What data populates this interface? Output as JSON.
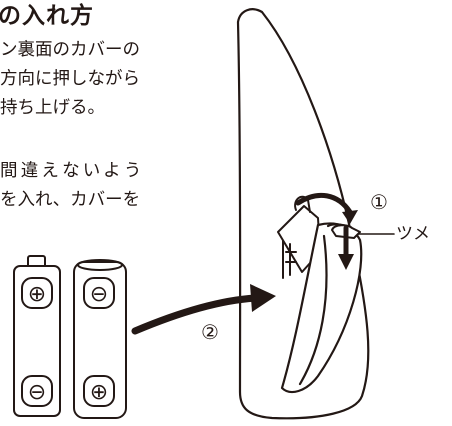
{
  "heading": "の入れ方",
  "instructions": {
    "step1_lines": [
      "ン裏面のカバーの",
      "方向に押しながら",
      "持ち上げる。"
    ],
    "step2_lines": [
      "間違えないよう",
      "を入れ、カバーを"
    ]
  },
  "callouts": {
    "step1_marker": "①",
    "step2_marker": "②",
    "tab_label": "ツメ"
  },
  "batteries": [
    {
      "top_symbol": "⊕",
      "bottom_symbol": "⊖"
    },
    {
      "top_symbol": "⊖",
      "bottom_symbol": "⊕"
    }
  ]
}
